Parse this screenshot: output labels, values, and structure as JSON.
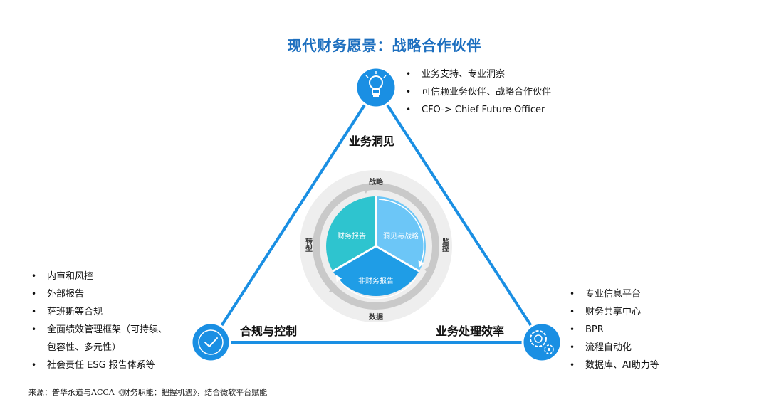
{
  "title": "现代财务愿景：战略合作伙伴",
  "nodes": {
    "top": {
      "label": "业务洞见",
      "icon": "lightbulb-icon"
    },
    "left": {
      "label": "合规与控制",
      "icon": "checkmark-icon"
    },
    "right": {
      "label": "业务处理效率",
      "icon": "gears-icon"
    }
  },
  "bullets": {
    "top": [
      "业务支持、专业洞察",
      "可信赖业务伙伴、战略合作伙伴",
      "CFO-> Chief Future Officer"
    ],
    "left": [
      "内审和风控",
      "外部报告",
      "萨班斯等合规",
      "全面绩效管理框架（可持续、",
      "包容性、多元性）",
      "社会责任 ESG 报告体系等"
    ],
    "right": [
      "专业信息平台",
      "财务共享中心",
      "BPR",
      "流程自动化",
      "数据库、AI助力等"
    ]
  },
  "cycle": {
    "segments": [
      "财务报告",
      "洞见与战略",
      "非财务报告"
    ],
    "ring": {
      "top": "战略",
      "right": "监控",
      "bottom": "数据",
      "left": "转型"
    }
  },
  "colors": {
    "title": "#1d6fbf",
    "icon_circle": "#1a8fe3",
    "triangle": "#1a8fe3",
    "segment_teal": "#2ec4cf",
    "segment_lightblue": "#6cc6f7",
    "segment_blue": "#1f9de6"
  },
  "source": "来源：普华永道与ACCA《财务职能：把握机遇》，结合微软平台赋能"
}
